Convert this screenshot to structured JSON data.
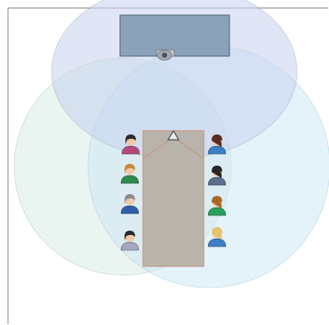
{
  "diagram": {
    "kind": "conference-room-microphone-pickup-coverage",
    "zones": [
      {
        "name": "top-pickup-zone",
        "fill": "#c7d3ee",
        "stroke": "#9aa6bd"
      },
      {
        "name": "left-pickup-zone",
        "fill": "#d9ece6",
        "stroke": "#a9bdb7"
      },
      {
        "name": "right-pickup-zone",
        "fill": "#cfe9f6",
        "stroke": "#a3c3d6"
      }
    ],
    "display": {
      "name": "wall-display",
      "fill": "#8aa3bb",
      "stroke": "#4d6477"
    },
    "camera": {
      "name": "camera-icon",
      "color": "#6e7780"
    },
    "table": {
      "name": "conference-table",
      "fill": "#b7b0a6",
      "stroke": "#c59a86"
    },
    "microphone": {
      "name": "table-microphone-icon",
      "beam_color": "#c7967d"
    },
    "participants": {
      "left": [
        {
          "name": "participant-left-1-icon",
          "hair": "#2d2a2a",
          "shirt": "#b44a7c"
        },
        {
          "name": "participant-left-2-icon",
          "hair": "#c9873a",
          "shirt": "#2f8a4e"
        },
        {
          "name": "participant-left-3-icon",
          "hair": "#8b8b8b",
          "shirt": "#2f5fa8"
        },
        {
          "name": "participant-left-4-icon",
          "hair": "#2a2a2a",
          "shirt": "#a6a6bf"
        }
      ],
      "right": [
        {
          "name": "participant-right-1-icon",
          "hair": "#5b2b1d",
          "shirt": "#3c7fc8"
        },
        {
          "name": "participant-right-2-icon",
          "hair": "#262626",
          "shirt": "#5c6f8f"
        },
        {
          "name": "participant-right-3-icon",
          "hair": "#a86828",
          "shirt": "#26a05a"
        },
        {
          "name": "participant-right-4-icon",
          "hair": "#e6c36a",
          "shirt": "#3c7fc8"
        }
      ]
    }
  }
}
